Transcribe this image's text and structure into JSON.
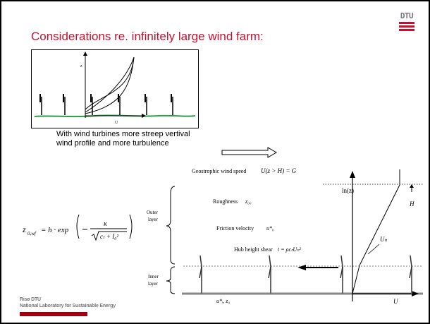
{
  "slide": {
    "title": "Considerations re. infinitely large wind farm:",
    "logo_text": "DTU",
    "inset": {
      "z_label": "z",
      "u_label": "U"
    },
    "caption_line1": "With wind turbines more streep vertival",
    "caption_line2": "wind profile and more turbulence",
    "diagram": {
      "geostrophic_label": "Geostrophic wind speed",
      "geostrophic_formula": "U(z > H) = G",
      "lnz_label": "ln(z)",
      "H_label": "H",
      "roughness_label": "Roughness",
      "roughness_symbol": "z₀₀",
      "friction_label": "Friction velocity",
      "friction_symbol": "u*₀",
      "hub_label": "Hub height shear",
      "hub_formula": "t = ρcₜUₕ²",
      "uh_label": "Uₕ",
      "outer_layer_line1": "Outer",
      "outer_layer_line2": "layer",
      "inner_layer_line1": "Inner",
      "inner_layer_line2": "layer",
      "ground_label": "u*ᵢ, z₀",
      "u_axis_label": "U",
      "formula_lhs": "z",
      "formula_lhs_sub": "0,wf",
      "formula_mid": "= h · exp",
      "formula_kappa": "κ",
      "formula_root": "cₜ + I₀²"
    },
    "footer_line1": "Risø DTU",
    "footer_line2": "National Laboratory for Sustainable Energy",
    "colors": {
      "title": "#c8102e",
      "footer_bar": "#9b0014",
      "ground": "#2e9e45"
    }
  }
}
